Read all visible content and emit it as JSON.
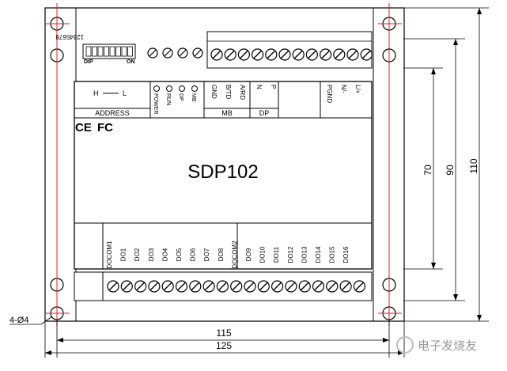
{
  "model": "SDP102",
  "dip": {
    "numbers": "12345678",
    "dip_label": "DIP",
    "on_label": "ON"
  },
  "address": {
    "h_label": "H",
    "l_label": "L",
    "title": "ADDRESS"
  },
  "leds": [
    "POWER",
    "RUN",
    "DP",
    "MB"
  ],
  "top_terminals": {
    "mb": [
      "GND",
      "B/TD",
      "A/RD"
    ],
    "dp": [
      "N",
      "P"
    ],
    "power": [
      "PGND",
      "N/-",
      "L/+"
    ],
    "mb_group": "MB",
    "dp_group": "DP"
  },
  "certifications": {
    "ce": "CE",
    "fc": "FC"
  },
  "bottom_labels": [
    "DOCOM1",
    "DO1",
    "DO2",
    "DO3",
    "DO4",
    "DO5",
    "DO6",
    "DO7",
    "DO8",
    "DOCOM2",
    "DO9",
    "DO10",
    "DO11",
    "DO12",
    "DO13",
    "DO14",
    "DO15",
    "DO16"
  ],
  "dimensions": {
    "height_inner": "70",
    "height_mid": "90",
    "height_outer": "110",
    "width_inner": "115",
    "width_outer": "125",
    "holes": "4-Ø4"
  },
  "watermark": "电子发烧友"
}
